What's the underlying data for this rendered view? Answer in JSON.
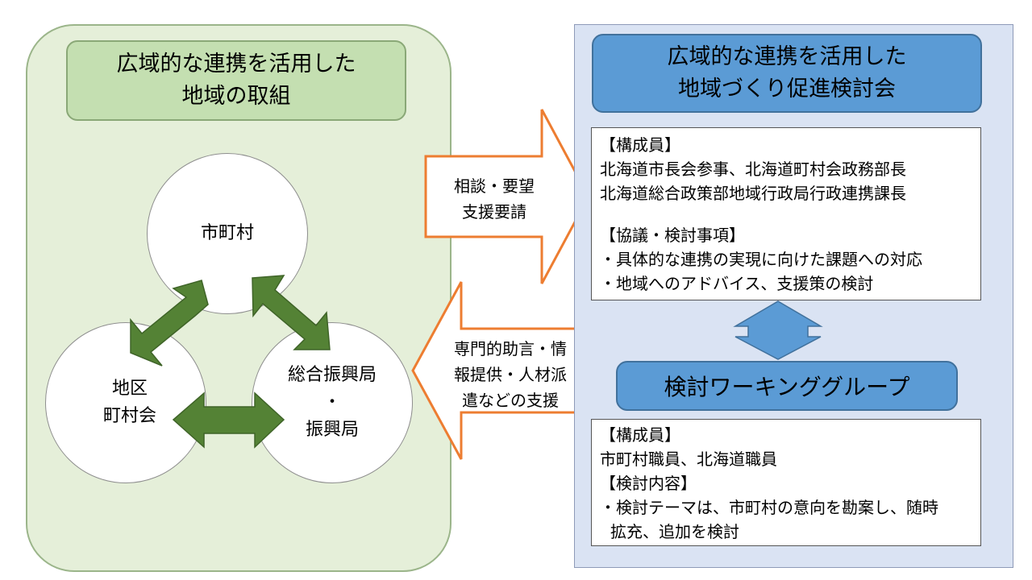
{
  "left": {
    "title_lines": [
      "広域的な連携を活用した",
      "地域の取組"
    ],
    "circles": {
      "top": [
        "市町村"
      ],
      "left": [
        "地区",
        "町村会"
      ],
      "right": [
        "総合振興局",
        "・",
        "振興局"
      ]
    }
  },
  "arrows": {
    "to_right_lines": [
      "相談・要望",
      "支援要請"
    ],
    "to_left_lines": [
      "専門的助言・情",
      "報提供・人材派",
      "遣などの支援"
    ]
  },
  "right": {
    "title_lines": [
      "広域的な連携を活用した",
      "地域づくり促進検討会"
    ],
    "committee_lines": [
      "【構成員】",
      "北海道市長会参事、北海道町村会政務部長",
      "北海道総合政策部地域行政局行政連携課長",
      "",
      "【協議・検討事項】",
      "・具体的な連携の実現に向けた課題への対応",
      "・地域へのアドバイス、支援策の検討"
    ],
    "wg_title": "検討ワーキンググループ",
    "wg_lines": [
      "【構成員】",
      "市町村職員、北海道職員",
      "【検討内容】",
      "・検討テーマは、市町村の意向を勘案し、随時",
      "拡充、追加を検討"
    ]
  },
  "colors": {
    "left_panel": "#e5efd9",
    "left_title": "#c4dfb1",
    "green_arrow": "#548235",
    "orange_arrow": "#ed7d31",
    "right_panel": "#dae3f3",
    "blue_title": "#5b9bd5"
  }
}
